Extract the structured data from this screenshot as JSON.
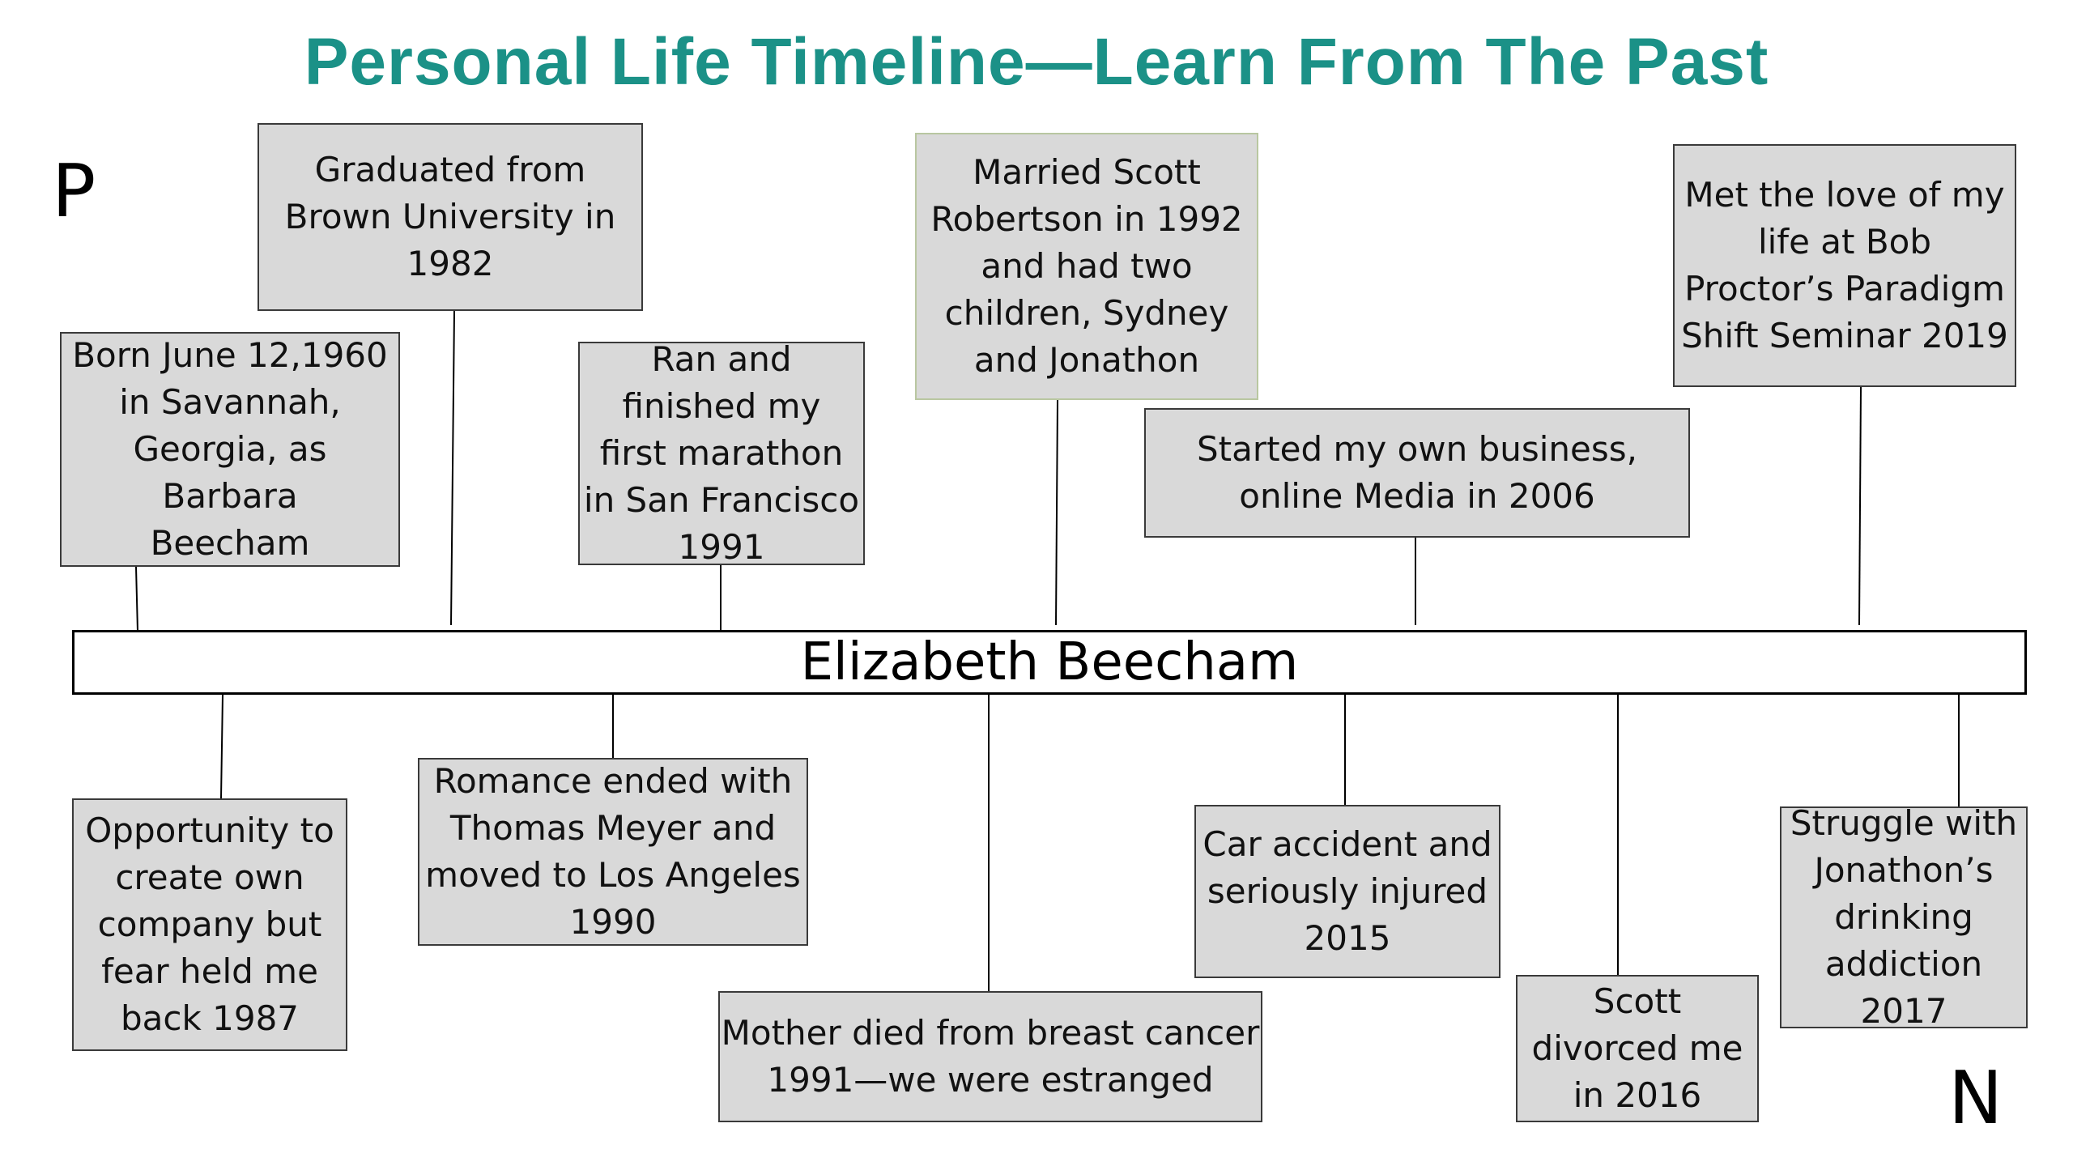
{
  "title": "Personal Life Timeline—Learn From The Past",
  "positive_marker": "P",
  "negative_marker": "N",
  "center_name": "Elizabeth Beecham",
  "positive_events": [
    "Born June 12,1960\nin Savannah,\nGeorgia, as\nBarbara\nBeecham",
    "Graduated from\nBrown University in\n1982",
    "Ran and\nfinished my\nfirst marathon\nin San Francisco\n1991",
    "Married Scott\nRobertson in 1992\nand had two\nchildren, Sydney\nand Jonathon",
    "Started my own business,\nonline Media in 2006",
    "Met the love of my\nlife at Bob\nProctor’s Paradigm\nShift Seminar 2019"
  ],
  "negative_events": [
    "Opportunity to\ncreate own\ncompany but\nfear held me\nback 1987",
    "Romance ended with\nThomas Meyer and\nmoved to Los Angeles\n1990",
    "Mother died from breast cancer\n1991—we were estranged",
    "Car accident and\nseriously injured\n2015",
    "Scott\ndivorced me\nin 2016",
    "Struggle with\nJonathon’s\ndrinking\naddiction\n2017"
  ],
  "colors": {
    "title": "#1b9187",
    "box_fill": "#d9d9d9",
    "box_border": "#3a3a3a"
  }
}
